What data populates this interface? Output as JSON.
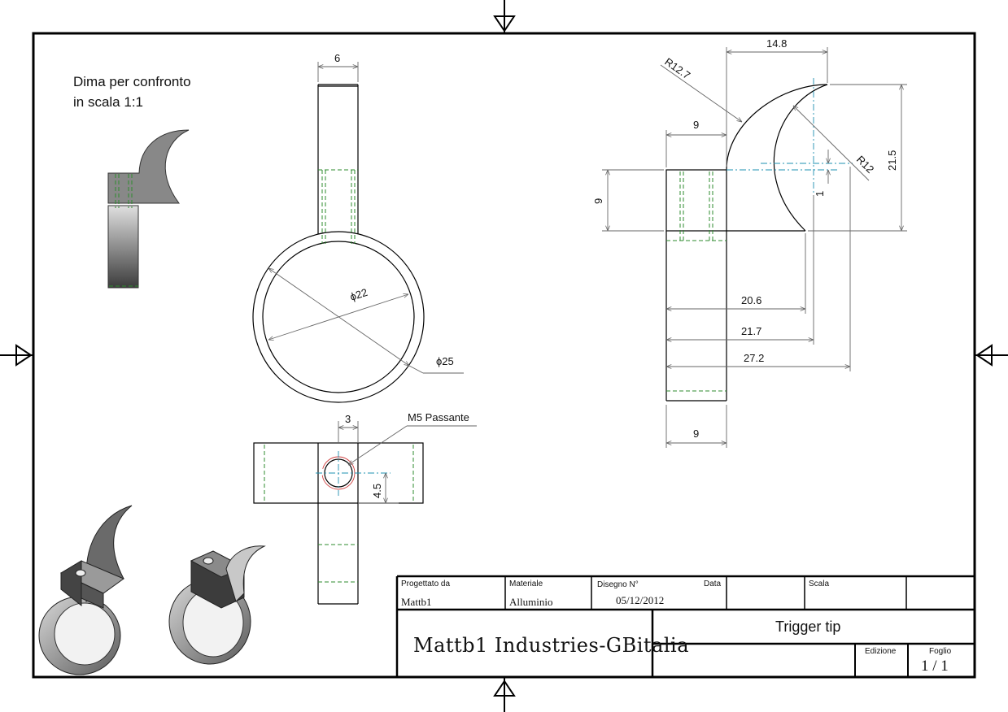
{
  "note": {
    "line1": "Dima per confronto",
    "line2": "in scala 1:1"
  },
  "dimensions": {
    "top_width": "6",
    "inner_diameter": "ϕ22",
    "outer_diameter": "ϕ25",
    "hole_offset": "3",
    "hole_note": "M5 Passante",
    "hole_height": "4.5",
    "arc_width": "14.8",
    "outer_radius": "R12.7",
    "inner_radius": "R12",
    "block_width": "9",
    "block_height": "9",
    "overall_height": "21.5",
    "small_offset": "1",
    "len_a": "20.6",
    "len_b": "21.7",
    "len_c": "27.2",
    "bottom_width": "9"
  },
  "title_block": {
    "designed_by_label": "Progettato da",
    "designed_by": "Mattb1",
    "material_label": "Materiale",
    "material": "Alluminio",
    "drawing_no_label": "Disegno N°",
    "date_label": "Data",
    "date": "05/12/2012",
    "scale_label": "Scala",
    "company": "Mattb1 Industries-GBitalia",
    "title": "Trigger tip",
    "edition_label": "Edizione",
    "sheet_label": "Foglio",
    "sheet": "1 / 1"
  },
  "colors": {
    "line": "#000000",
    "dim_line": "#666666",
    "hidden": "#2e8b2e",
    "center": "#1e90b0",
    "thread": "#d04040"
  }
}
